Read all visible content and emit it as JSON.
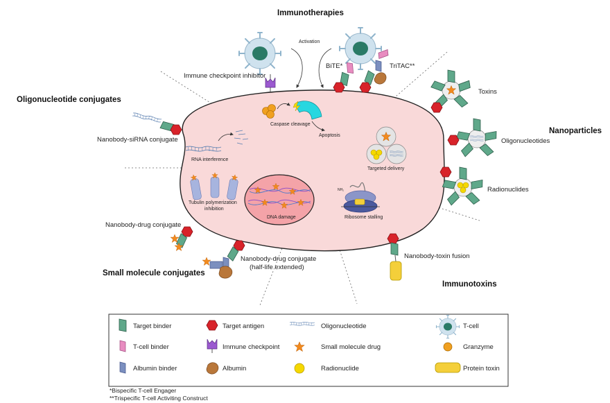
{
  "sections": {
    "immunotherapies": "Immunotherapies",
    "oligo_conjugates": "Oligonucleotide conjugates",
    "nanoparticles": "Nanoparticles",
    "small_molecule": "Small molecule conjugates",
    "immunotoxins": "Immunotoxins"
  },
  "labels": {
    "activation": "Activation",
    "checkpoint_inhibitor": "Immune checkpoint inhibitor",
    "bite": "BiTE*",
    "tritac": "TriTAC**",
    "caspase": "Caspase cleavage",
    "apoptosis": "Apoptosis",
    "sirna_conjugate": "Nanobody-siRNA conjugate",
    "rna_interference": "RNA interference",
    "toxins": "Toxins",
    "oligonucleotides": "Oligonucleotides",
    "targeted_delivery": "Targeted delivery",
    "radionuclides": "Radionuclides",
    "tubulin_1": "Tubulin polymerization",
    "tubulin_2": "inhibition",
    "dna_damage": "DNA damage",
    "ribosome": "Ribosome stalling",
    "nh2": "NH₂",
    "drug_conjugate": "Nanobody-drug conjugate",
    "drug_conjugate_hle_1": "Nanobody-drug conjugate",
    "drug_conjugate_hle_2": "(half-life extended)",
    "toxin_fusion": "Nanobody-toxin fusion"
  },
  "legend": [
    {
      "label": "Target binder",
      "icon": "target-binder-icon"
    },
    {
      "label": "Target antigen",
      "icon": "target-antigen-icon"
    },
    {
      "label": "Oligonucleotide",
      "icon": "oligonucleotide-icon"
    },
    {
      "label": "T-cell",
      "icon": "t-cell-icon"
    },
    {
      "label": "T-cell binder",
      "icon": "t-cell-binder-icon"
    },
    {
      "label": "Immune checkpoint",
      "icon": "immune-checkpoint-icon"
    },
    {
      "label": "Small molecule drug",
      "icon": "small-molecule-drug-icon"
    },
    {
      "label": "Granzyme",
      "icon": "granzyme-icon"
    },
    {
      "label": "Albumin binder",
      "icon": "albumin-binder-icon"
    },
    {
      "label": "Albumin",
      "icon": "albumin-icon"
    },
    {
      "label": "Radionuclide",
      "icon": "radionuclide-icon"
    },
    {
      "label": "Protein toxin",
      "icon": "protein-toxin-icon"
    }
  ],
  "footnotes": [
    "*Bispecific T-cell Engager",
    "**Trispecific T-cell Activiting Construct"
  ],
  "colors": {
    "cell_fill": "#f9d9d9",
    "target_binder": "#5fa88a",
    "target_antigen": "#d8232a",
    "t_cell_binder": "#e88cc0",
    "albumin_binder": "#7b8fbf",
    "checkpoint": "#9b59d0",
    "drug": "#f28a1e",
    "granzyme": "#f0a020",
    "albumin": "#b9773a",
    "radionuclide": "#f5d800",
    "protein_toxin": "#f4cf3a",
    "t_cell": "#cfe2ee",
    "t_cell_nucleus": "#2a7a66"
  }
}
